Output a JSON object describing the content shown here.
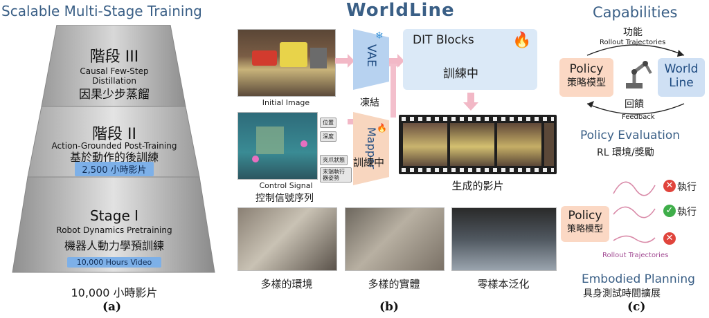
{
  "panel_a": {
    "title": "Scalable Multi-Stage Training",
    "stage3": {
      "heading": "階段 III",
      "line1": "Causal Few-Step",
      "line2": "Distillation",
      "zh": "因果少步蒸餾"
    },
    "stage2": {
      "heading": "階段 II",
      "en": "Action-Grounded Post-Training",
      "zh": "基於動作的後訓練",
      "badge": "2,500 小時影片"
    },
    "stage1": {
      "heading": "Stage I",
      "en": "Robot Dynamics Pretraining",
      "zh": "機器人動力學預訓練",
      "badge": "10,000 Hours Video"
    },
    "footer": "10,000 小時影片",
    "letter": "(a)"
  },
  "panel_b": {
    "title": "WorldLine",
    "initial_image": "Initial Image",
    "vae": "VAE",
    "frozen": "凍結",
    "dit": "DIT Blocks",
    "training": "訓練中",
    "mapper": "Mapper",
    "mapper_training": "訓練中",
    "control_signal": "Control Signal",
    "control_signal_zh": "控制信號序列",
    "signal_labels": [
      "位置",
      "深度",
      "夾爪狀態",
      "末端執行器姿勢"
    ],
    "generated": "生成的影片",
    "bottom": [
      "多樣的環境",
      "多樣的實體",
      "零樣本泛化"
    ],
    "letter": "(b)"
  },
  "panel_c": {
    "title": "Capabilities",
    "func": "功能",
    "rollout": "Rollout Trajectories",
    "policy_en": "Policy",
    "policy_zh": "策略模型",
    "world": "World",
    "line": "Line",
    "feedback_zh": "回饋",
    "feedback": "Feedback",
    "policy_eval": "Policy Evaluation",
    "rl": "RL 環境/獎勵",
    "exec1": "執行",
    "exec2": "執行",
    "policy2_en": "Policy",
    "policy2_zh": "策略模型",
    "rollout2": "Rollout Trajectories",
    "embodied": "Embodied Planning",
    "embodied_zh": "具身測試時間擴展",
    "letter": "(c)"
  },
  "colors": {
    "title": "#3a5f86",
    "badge": "#7db0e8",
    "vae": "#b7d2f0",
    "dit": "#dbe9f7",
    "mapper": "#f8d6bf",
    "policy": "#fbd8c4",
    "world": "#cfe0f4",
    "arrow": "#f2b8c6"
  }
}
